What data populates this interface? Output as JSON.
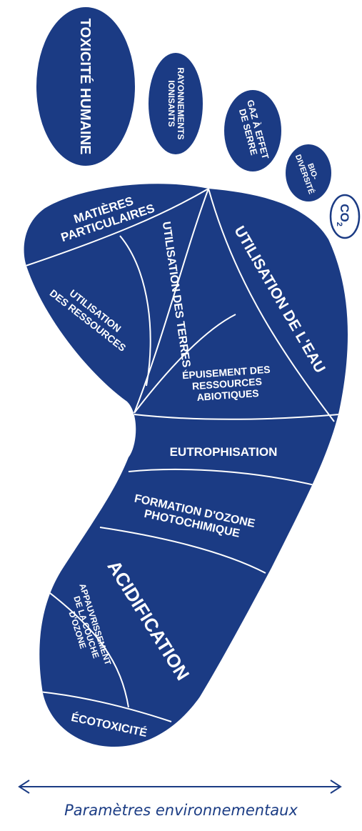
{
  "colors": {
    "fill": "#1b3b84",
    "line": "#ffffff",
    "text": "#ffffff",
    "caption": "#1b3c84"
  },
  "toes": [
    {
      "name": "toe-toxicite-humaine",
      "lines": [
        "TOXICITÉ HUMAINE"
      ]
    },
    {
      "name": "toe-rayonnements",
      "lines": [
        "RAYONNEMENTS",
        "IONISANTS"
      ]
    },
    {
      "name": "toe-gaz-effet-serre",
      "lines": [
        "GAZ À EFFET",
        "DE SERRE"
      ]
    },
    {
      "name": "toe-biodiversite",
      "lines": [
        "BIO-",
        "DIVERSITÉ"
      ]
    }
  ],
  "co2": {
    "main": "CO",
    "sub": "2"
  },
  "regions": {
    "particulaires": [
      "MATIÈRES",
      "PARTICULAIRES"
    ],
    "ressources": [
      "UTILISATION",
      "DES RESSOURCES"
    ],
    "terres": [
      "UTILISATION DES TERRES"
    ],
    "eau": [
      "UTILISATION DE L'EAU"
    ],
    "abiotiques": [
      "ÉPUISEMENT DES",
      "RESSOURCES",
      "ABIOTIQUES"
    ],
    "eutrophisation": [
      "EUTROPHISATION"
    ],
    "ozone_photo": [
      "FORMATION D'OZONE",
      "PHOTOCHIMIQUE"
    ],
    "acidification": [
      "ACIDIFICATION"
    ],
    "appauvrissement": [
      "APPAUVRISSEMENT",
      "DE LA COUCHE",
      "D'OZONE"
    ],
    "ecotoxicite": [
      "ÉCOTOXICITÉ"
    ]
  },
  "axis": {
    "caption": "Paramètres environnementaux"
  }
}
